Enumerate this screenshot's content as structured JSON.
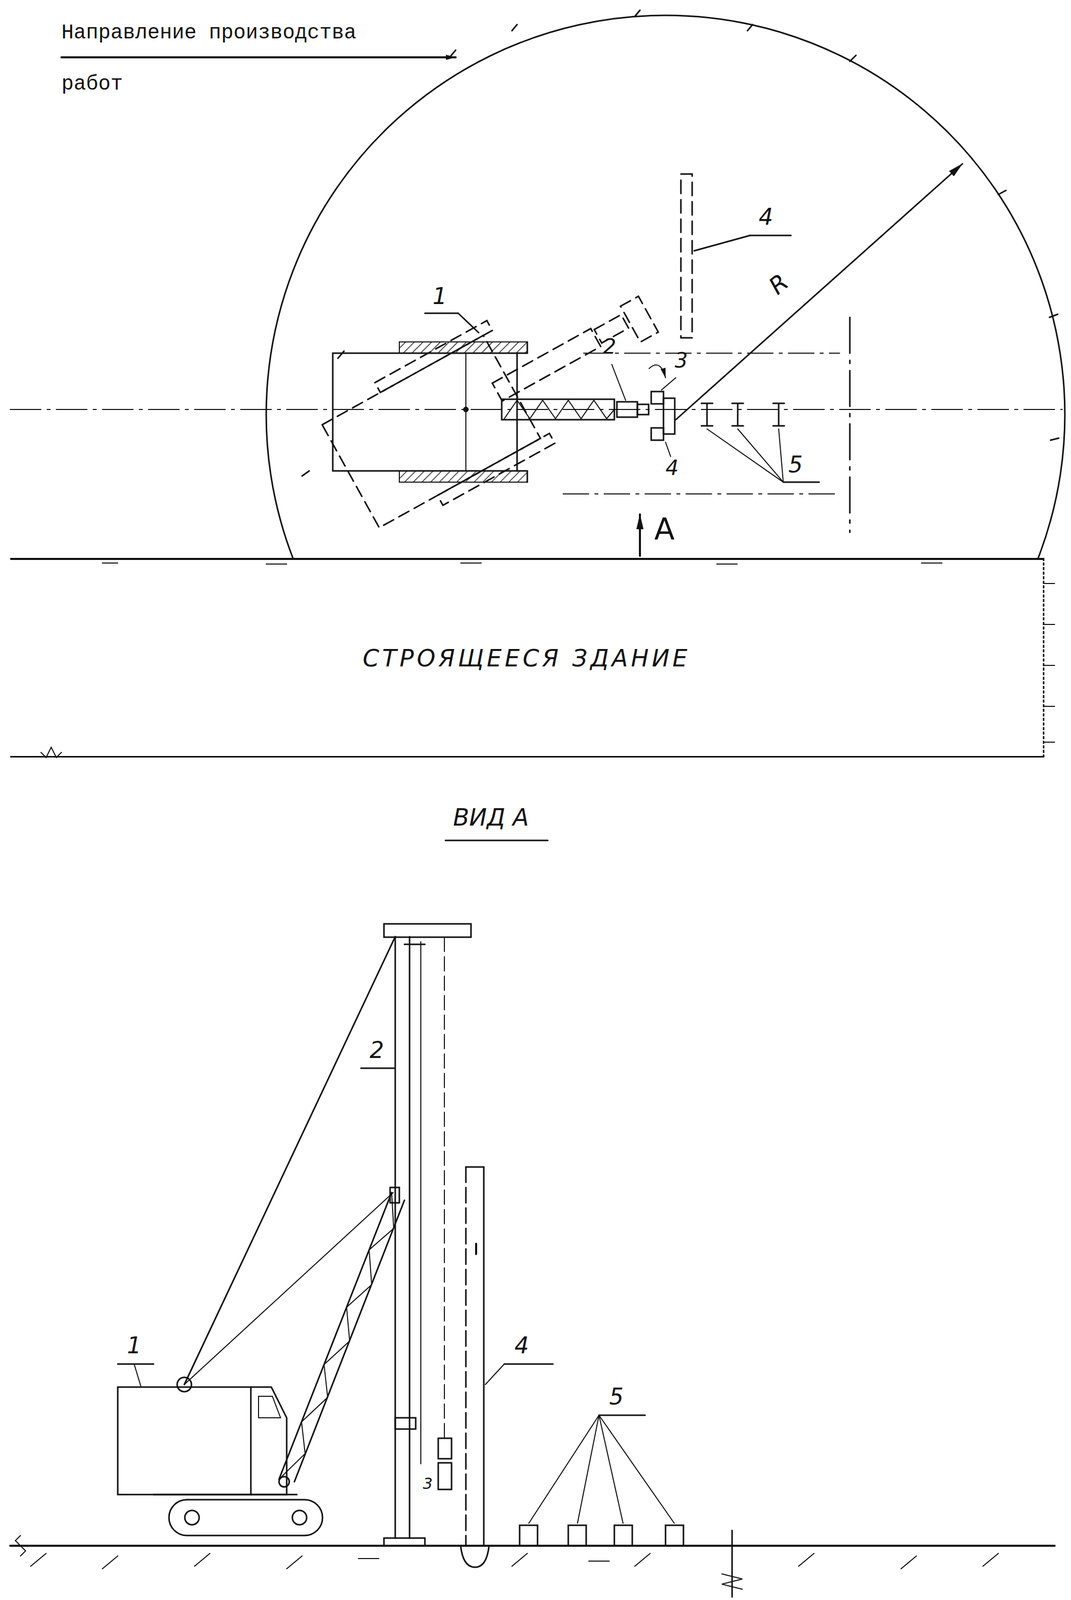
{
  "diagram": {
    "nodes": [
      {
        "text": [
          "СТРОЯЩЕЕСЯ ЗДАНИЕ"
        ]
      }
    ],
    "labels": [
      "Направление производства работ",
      "1",
      "2",
      "3",
      "4",
      "4",
      "5",
      "R",
      "A",
      "ВИД А",
      "1",
      "2",
      "3",
      "4",
      "5"
    ]
  }
}
